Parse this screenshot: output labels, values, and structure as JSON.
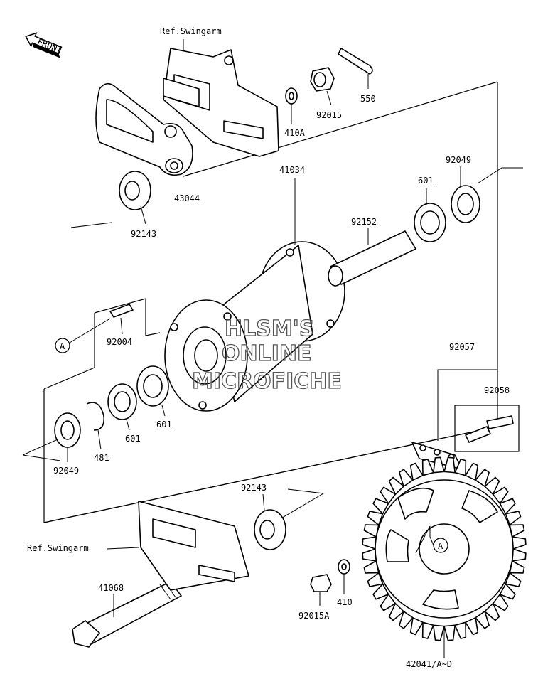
{
  "front_label": "FRONT",
  "watermark": [
    "HLSM'S",
    "ONLINE",
    "MICROFICHE"
  ],
  "labels": {
    "ref_swingarm_top": "Ref.Swingarm",
    "ref_swingarm_bottom": "Ref.Swingarm",
    "p550": "550",
    "p92015": "92015",
    "p410A": "410A",
    "p43044": "43044",
    "p41034": "41034",
    "p92049_top": "92049",
    "p601_top": "601",
    "p92152": "92152",
    "p92143_top": "92143",
    "p92004": "92004",
    "callout_a_left": "A",
    "p92057": "92057",
    "p92058": "92058",
    "p601_mid": "601",
    "p601_left": "601",
    "p481": "481",
    "p92049_bottom": "92049",
    "p92143_bottom": "92143",
    "p41068": "41068",
    "p410": "410",
    "p92015A": "92015A",
    "callout_a_right": "A",
    "p42041": "42041/A~D"
  }
}
